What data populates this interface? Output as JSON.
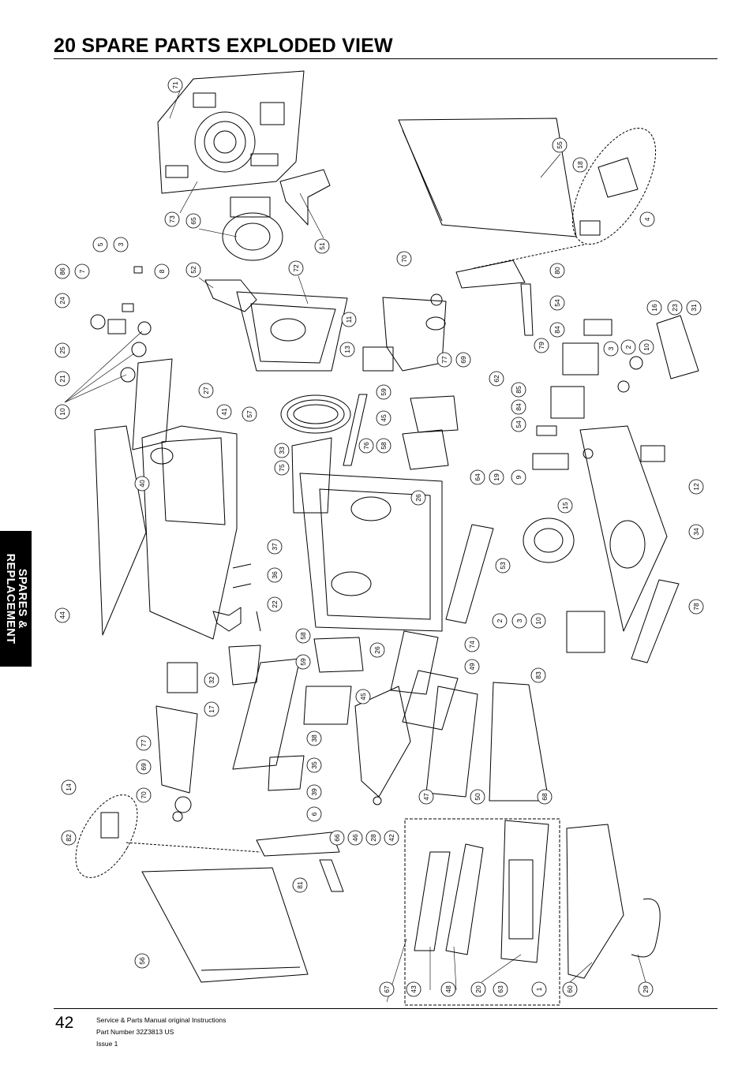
{
  "header": {
    "title": "20  SPARE PARTS EXPLODED VIEW"
  },
  "side_tab": {
    "line1": "SPARES &",
    "line2": "REPLACEMENT"
  },
  "footer": {
    "page_number": "42",
    "line1": "Service & Parts Manual original Instructions",
    "line2": "Part Number 32Z3813 US",
    "line3": "Issue 1"
  },
  "callouts": [
    "71",
    "73",
    "65",
    "51",
    "55",
    "18",
    "4",
    "80",
    "5",
    "3",
    "86",
    "7",
    "8",
    "24",
    "25",
    "21",
    "10",
    "52",
    "72",
    "70",
    "54",
    "84",
    "79",
    "16",
    "23",
    "31",
    "11",
    "13",
    "69",
    "77",
    "62",
    "3",
    "2",
    "10",
    "27",
    "41",
    "57",
    "33",
    "76",
    "59",
    "45",
    "58",
    "85",
    "84",
    "54",
    "40",
    "44",
    "75",
    "26",
    "64",
    "19",
    "9",
    "15",
    "12",
    "34",
    "37",
    "36",
    "22",
    "53",
    "2",
    "3",
    "10",
    "78",
    "58",
    "59",
    "26",
    "74",
    "49",
    "83",
    "32",
    "17",
    "45",
    "38",
    "35",
    "39",
    "77",
    "69",
    "70",
    "14",
    "82",
    "6",
    "66",
    "46",
    "28",
    "42",
    "47",
    "50",
    "68",
    "81",
    "56",
    "67",
    "43",
    "48",
    "20",
    "63",
    "1",
    "60",
    "29"
  ]
}
